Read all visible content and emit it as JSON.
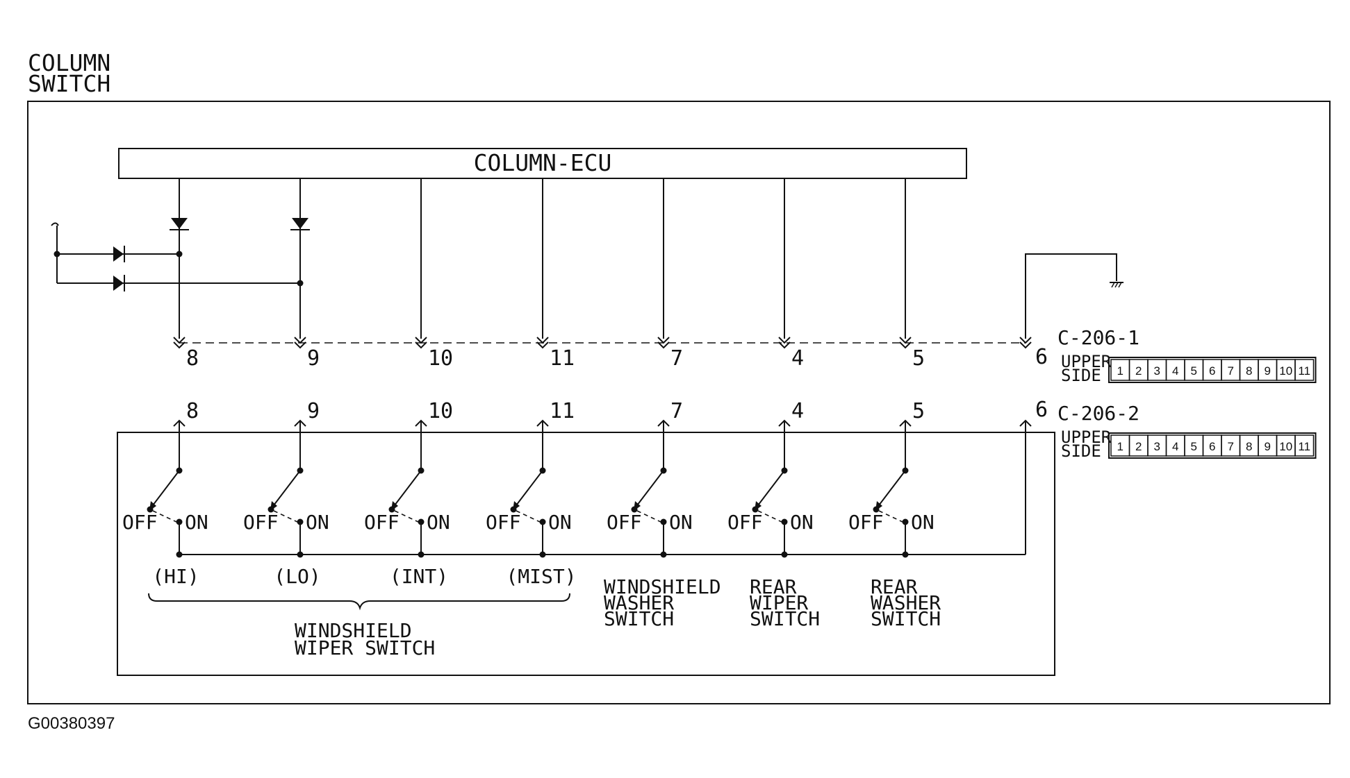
{
  "title": [
    "COLUMN",
    "SWITCH"
  ],
  "ecu_label": "COLUMN-ECU",
  "figure_code": "G00380397",
  "connector_1": {
    "name": "C-206-1",
    "side": [
      "UPPER",
      "SIDE"
    ]
  },
  "connector_2": {
    "name": "C-206-2",
    "side": [
      "UPPER",
      "SIDE"
    ]
  },
  "connector_pins": [
    "1",
    "2",
    "3",
    "4",
    "5",
    "6",
    "7",
    "8",
    "9",
    "10",
    "11"
  ],
  "switch_states": {
    "off": "OFF",
    "on": "ON"
  },
  "circuits": [
    {
      "pin": "8",
      "mode": "(HI)"
    },
    {
      "pin": "9",
      "mode": "(LO)"
    },
    {
      "pin": "10",
      "mode": "(INT)"
    },
    {
      "pin": "11",
      "mode": "(MIST)"
    },
    {
      "pin": "7",
      "switch": [
        "WINDSHIELD",
        "WASHER",
        "SWITCH"
      ]
    },
    {
      "pin": "4",
      "switch": [
        "REAR",
        "WIPER",
        "SWITCH"
      ]
    },
    {
      "pin": "5",
      "switch": [
        "REAR",
        "WASHER",
        "SWITCH"
      ]
    }
  ],
  "ground_pin": "6",
  "wiper_group": [
    "WINDSHIELD",
    "WIPER SWITCH"
  ]
}
